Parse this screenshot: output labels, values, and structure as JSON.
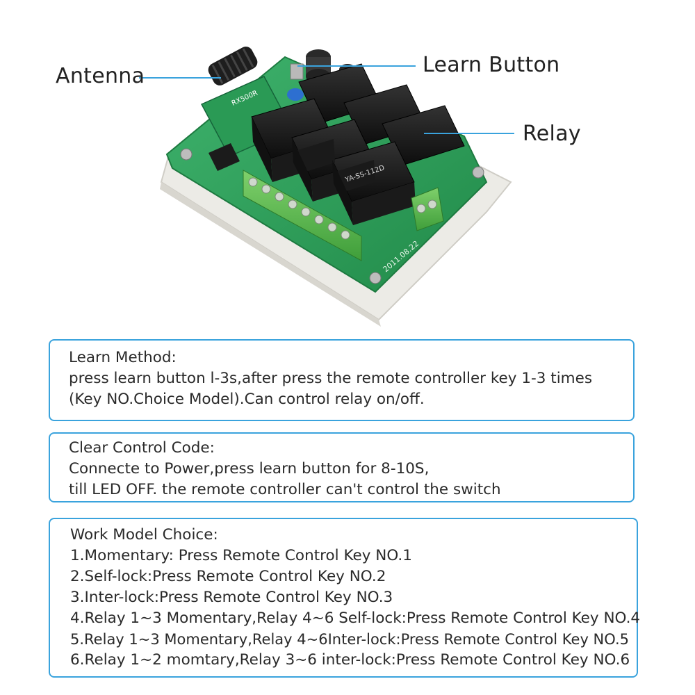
{
  "callouts": {
    "antenna": "Antenna",
    "learn_button": "Learn Button",
    "relay": "Relay"
  },
  "board": {
    "silkscreen_date": "2011.08.22",
    "relay_marking": "YA-SS-112D",
    "receiver_label": "RX500R"
  },
  "panels": {
    "learn": {
      "title": "Learn Method:",
      "lines": [
        "press learn button l-3s,after press the remote controller key 1-3 times",
        "(Key NO.Choice Model).Can control relay on/off."
      ]
    },
    "clear": {
      "title": "Clear Control Code:",
      "lines": [
        "Connecte to Power,press learn button for 8-10S,",
        "till LED OFF. the remote controller can't control the switch"
      ]
    },
    "work": {
      "title": "Work Model Choice:",
      "lines": [
        "1.Momentary: Press Remote Control Key NO.1",
        "2.Self-lock:Press Remote Control Key NO.2",
        "3.Inter-lock:Press Remote Control Key NO.3",
        "4.Relay 1~3 Momentary,Relay 4~6 Self-lock:Press Remote Control Key NO.4",
        "5.Relay 1~3 Momentary,Relay 4~6Inter-lock:Press Remote Control Key NO.5",
        "6.Relay 1~2 momtary,Relay 3~6 inter-lock:Press Remote Control Key NO.6"
      ]
    }
  },
  "colors": {
    "panel_border": "#3aa3dd",
    "pcb_green": "#2e9e5b",
    "relay_black": "#1b1b1b",
    "terminal_green": "#5dbb4f"
  }
}
